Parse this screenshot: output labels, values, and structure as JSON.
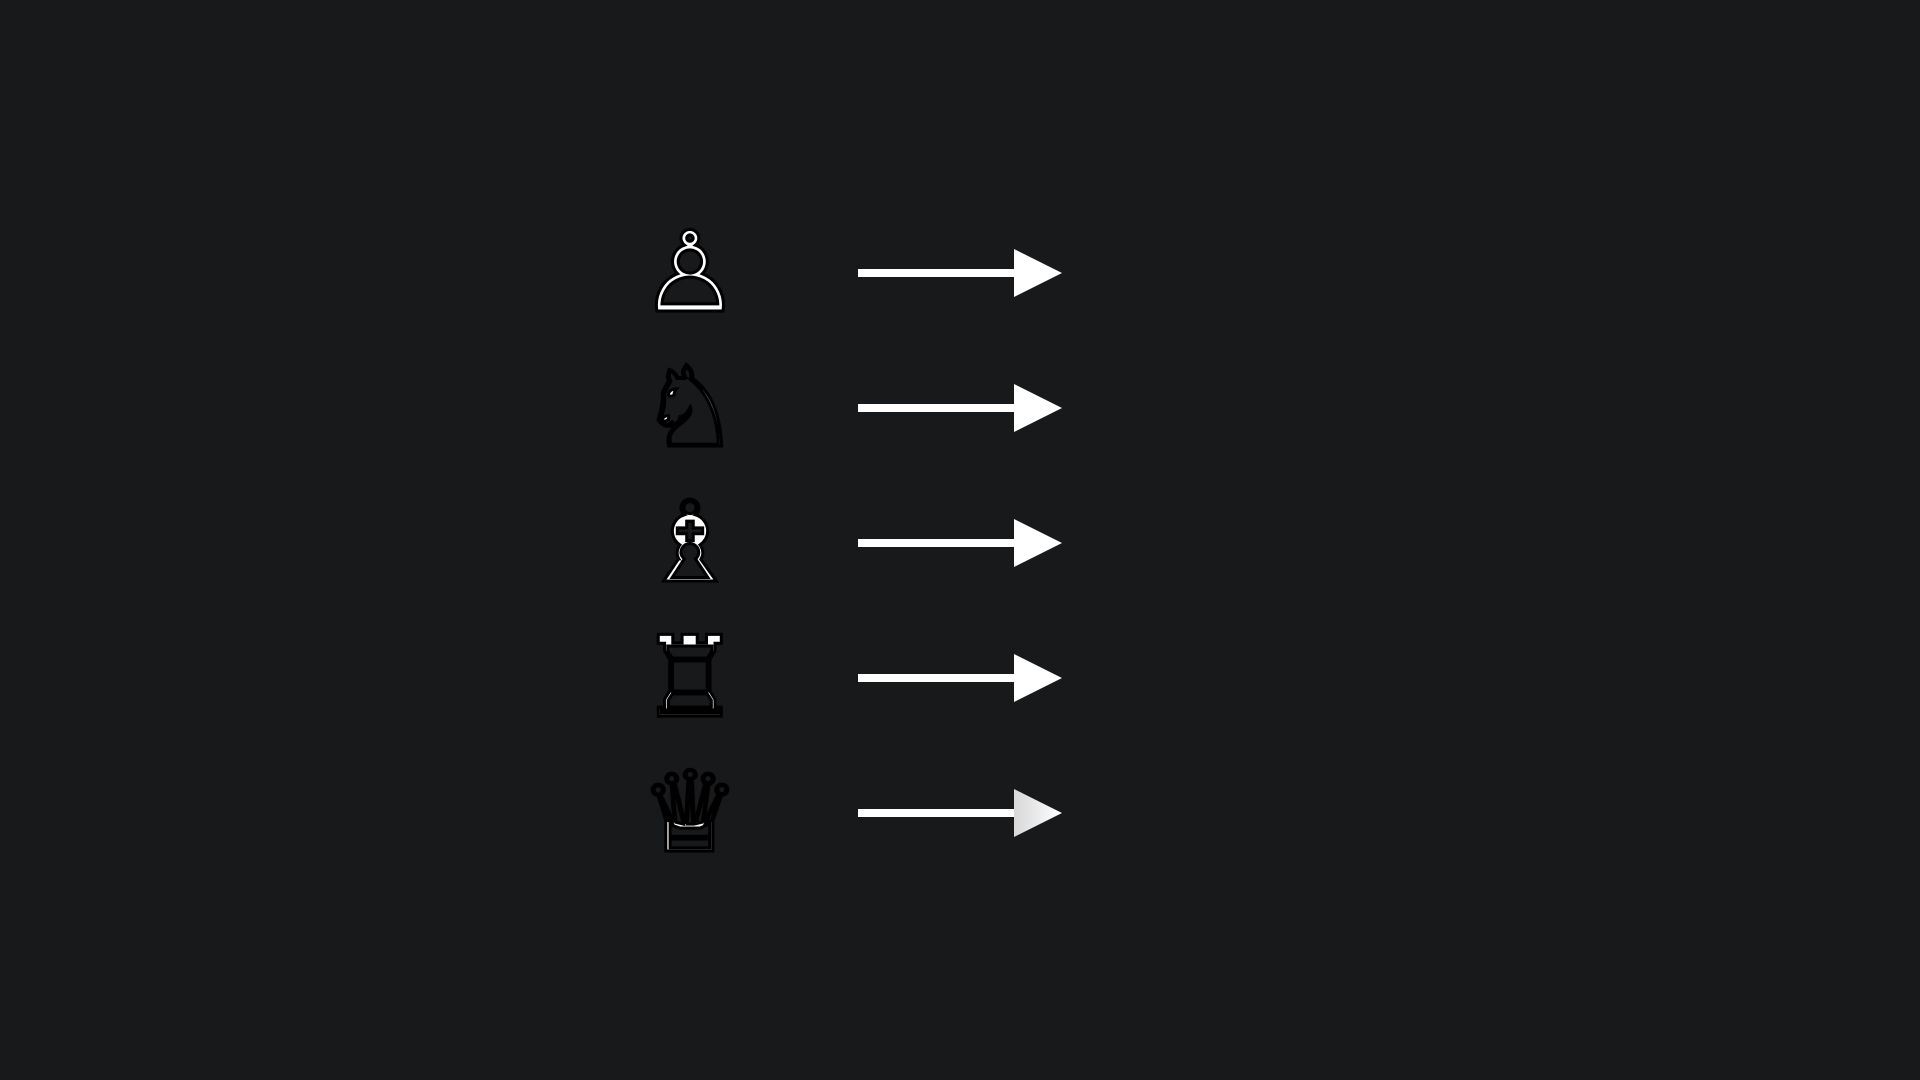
{
  "colors": {
    "background": "#18191b",
    "piece_fill": "#ffffff",
    "piece_outline": "#000000",
    "arrow": "#ffffff"
  },
  "rows": [
    {
      "piece": "pawn",
      "glyph": "♙",
      "icon": "pawn-icon"
    },
    {
      "piece": "knight",
      "glyph": "♘",
      "icon": "knight-icon"
    },
    {
      "piece": "bishop",
      "glyph": "♗",
      "icon": "bishop-icon"
    },
    {
      "piece": "rook",
      "glyph": "♖",
      "icon": "rook-icon"
    },
    {
      "piece": "queen",
      "glyph": "♕",
      "icon": "queen-icon"
    }
  ]
}
